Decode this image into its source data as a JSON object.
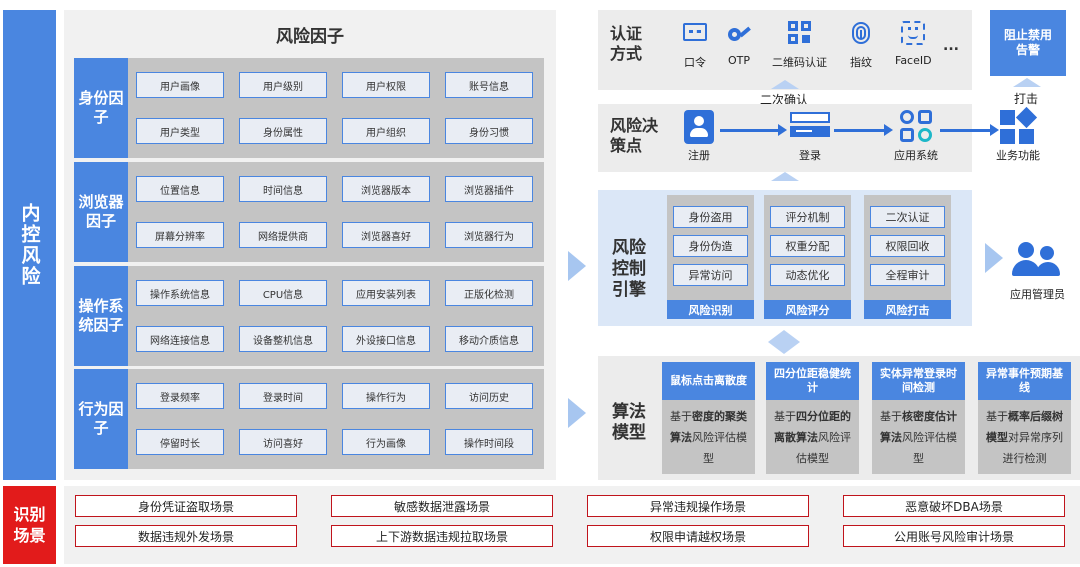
{
  "left_bar": {
    "title": "内控风险"
  },
  "bottom_bar": {
    "title_line1": "识别",
    "title_line2": "场景"
  },
  "factor_panel": {
    "title": "风险因子",
    "groups": [
      {
        "name": "身份因子",
        "items": [
          "用户画像",
          "用户级别",
          "用户权限",
          "账号信息",
          "用户类型",
          "身份属性",
          "用户组织",
          "身份习惯"
        ]
      },
      {
        "name": "浏览器因子",
        "items": [
          "位置信息",
          "时间信息",
          "浏览器版本",
          "浏览器插件",
          "屏幕分辨率",
          "网络提供商",
          "浏览器喜好",
          "浏览器行为"
        ]
      },
      {
        "name": "操作系统因子",
        "items": [
          "操作系统信息",
          "CPU信息",
          "应用安装列表",
          "正版化检测",
          "网络连接信息",
          "设备整机信息",
          "外设接口信息",
          "移动介质信息"
        ]
      },
      {
        "name": "行为因子",
        "items": [
          "登录频率",
          "登录时间",
          "操作行为",
          "访问历史",
          "停留时长",
          "访问喜好",
          "行为画像",
          "操作时间段"
        ]
      }
    ]
  },
  "auth": {
    "label": "认证方式",
    "methods": [
      {
        "label": "口令",
        "icon": "password-icon"
      },
      {
        "label": "OTP",
        "icon": "key-icon"
      },
      {
        "label": "二维码认证",
        "icon": "qr-code-icon"
      },
      {
        "label": "指纹",
        "icon": "fingerprint-icon"
      },
      {
        "label": "FaceID",
        "icon": "face-id-icon"
      }
    ],
    "more": "..."
  },
  "block_box": {
    "text": "阻止禁用告警"
  },
  "secondary_confirm": "二次确认",
  "strike": "打击",
  "decision": {
    "label": "风险决策点",
    "steps": [
      {
        "label": "注册",
        "icon": "register-icon"
      },
      {
        "label": "登录",
        "icon": "login-device-icon"
      },
      {
        "label": "应用系统",
        "icon": "app-system-icon"
      },
      {
        "label": "业务功能",
        "icon": "business-function-icon"
      }
    ]
  },
  "engine": {
    "label": "风险控制引擎",
    "columns": [
      {
        "items": [
          "身份盗用",
          "身份伪造",
          "异常访问"
        ],
        "footer": "风险识别"
      },
      {
        "items": [
          "评分机制",
          "权重分配",
          "动态优化"
        ],
        "footer": "风险评分"
      },
      {
        "items": [
          "二次认证",
          "权限回收",
          "全程审计"
        ],
        "footer": "风险打击"
      }
    ]
  },
  "admin": {
    "label": "应用管理员",
    "icon": "admin-users-icon"
  },
  "algo": {
    "label": "算法模型",
    "columns": [
      {
        "title": "鼠标点击离散度",
        "body_pre": "基于",
        "body_bold": "密度的聚类算法",
        "body_post": "风险评估模型"
      },
      {
        "title": "四分位距稳健统计",
        "body_pre": "基于",
        "body_bold": "四分位距的离散算法",
        "body_post": "风险评估模型"
      },
      {
        "title": "实体异常登录时间检测",
        "body_pre": "基于",
        "body_bold": "核密度估计算法",
        "body_post": "风险评估模型"
      },
      {
        "title": "异常事件预期基线",
        "body_pre": "基于",
        "body_bold": "概率后缀树模型",
        "body_post": "对异常序列进行检测"
      }
    ]
  },
  "scenes": [
    "身份凭证盗取场景",
    "敏感数据泄露场景",
    "异常违规操作场景",
    "恶意破坏DBA场景",
    "数据违规外发场景",
    "上下游数据违规拉取场景",
    "权限申请越权场景",
    "公用账号风险审计场景"
  ],
  "colors": {
    "blue": "#4a86e0",
    "red": "#e21b1b",
    "scene_border": "#c0141c",
    "panel_grey": "#c4c4c4"
  }
}
